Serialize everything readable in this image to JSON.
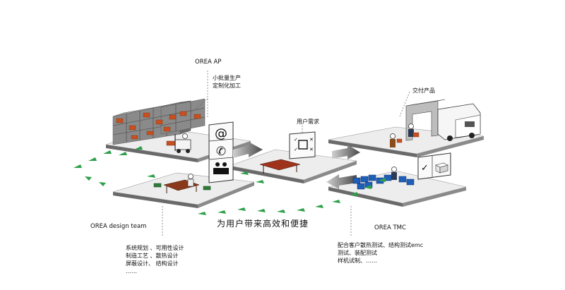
{
  "labels": {
    "ap_title": "OREA AP",
    "ap_lines": [
      "小批量生产",
      "定制化加工"
    ],
    "user_needs": "用户需求",
    "deliver": "交付产品",
    "design_team": "OREA design team",
    "design_lines": [
      "系统规划 、可用性设计",
      "制造工艺 、散热设计",
      "屏蔽设计、 结构设计",
      "……"
    ],
    "tmc_title": "OREA  TMC",
    "tmc_lines": [
      "配合客户散热测试、结构测试emc",
      "测试、装配测试",
      "样机试制、……"
    ],
    "center_caption": "为用户带来高效和便捷"
  },
  "icons": [
    "at-sign-icon",
    "telephone-icon",
    "meeting-icon"
  ],
  "colors": {
    "platform_top": "#ededed",
    "platform_edge": "#7a7a7a",
    "arrow_green": "#2ea04a",
    "box_orange": "#c8501f",
    "box_blue": "#1f5fb8",
    "shelf_gray": "#808080"
  }
}
